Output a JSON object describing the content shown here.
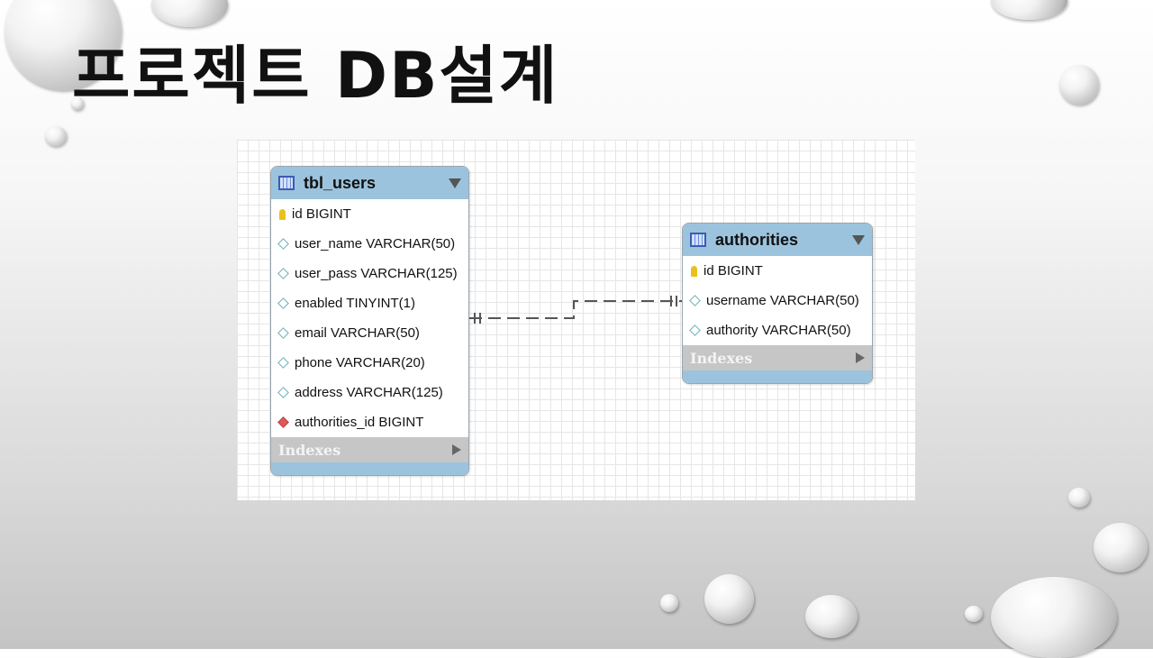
{
  "title": "프로젝트 DB설계",
  "tables": [
    {
      "name": "tbl_users",
      "columns": [
        {
          "label": "id BIGINT",
          "kind": "primary-key"
        },
        {
          "label": "user_name VARCHAR(50)",
          "kind": "column"
        },
        {
          "label": "user_pass VARCHAR(125)",
          "kind": "column"
        },
        {
          "label": "enabled TINYINT(1)",
          "kind": "column"
        },
        {
          "label": "email VARCHAR(50)",
          "kind": "column"
        },
        {
          "label": "phone VARCHAR(20)",
          "kind": "column"
        },
        {
          "label": "address VARCHAR(125)",
          "kind": "column"
        },
        {
          "label": "authorities_id BIGINT",
          "kind": "foreign-key"
        }
      ],
      "indexes_label": "Indexes"
    },
    {
      "name": "authorities",
      "columns": [
        {
          "label": "id BIGINT",
          "kind": "primary-key"
        },
        {
          "label": "username VARCHAR(50)",
          "kind": "column"
        },
        {
          "label": "authority VARCHAR(50)",
          "kind": "column"
        }
      ],
      "indexes_label": "Indexes"
    }
  ],
  "relationship": {
    "from": "tbl_users",
    "to": "authorities",
    "type": "one-to-one identifying dashed"
  }
}
